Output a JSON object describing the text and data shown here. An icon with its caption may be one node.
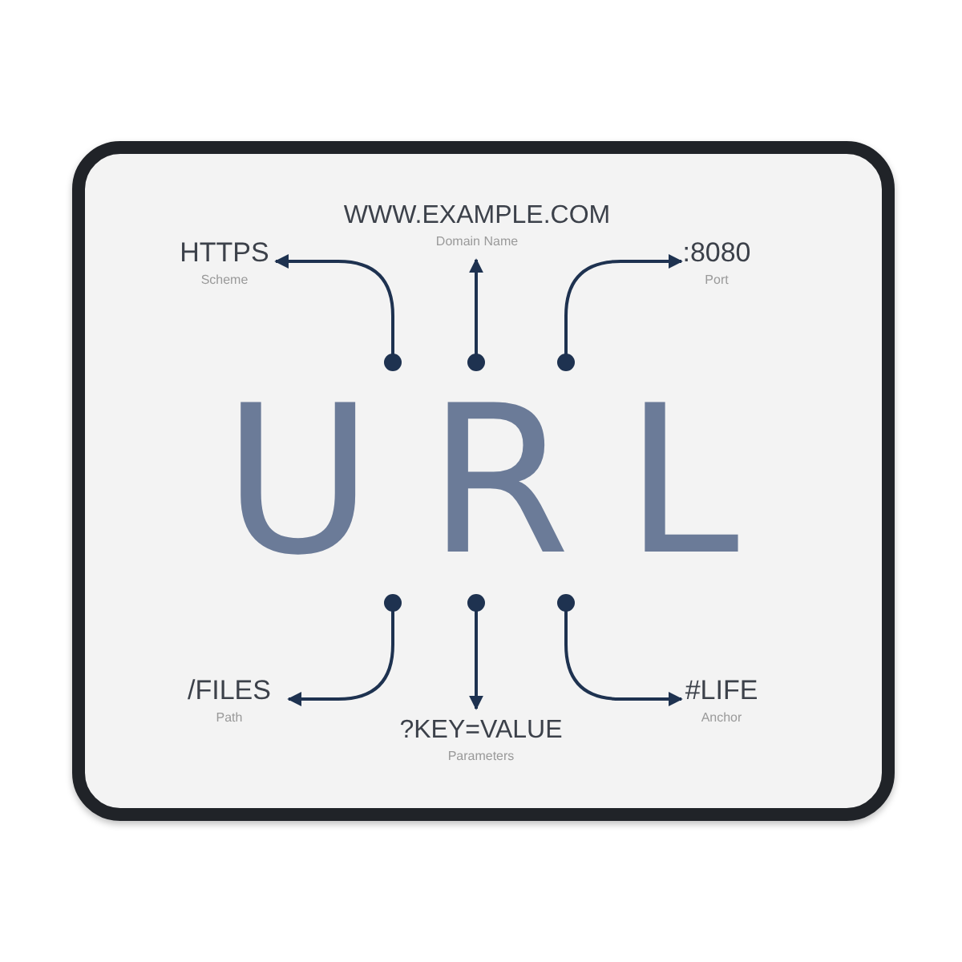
{
  "diagram": {
    "nodes": [
      {
        "text": [
          "URL"
        ]
      },
      {
        "text": [
          "HTTPS",
          "Scheme"
        ]
      },
      {
        "text": [
          "WWW.EXAMPLE.COM",
          "Domain Name"
        ]
      },
      {
        "text": [
          ":8080",
          "Port"
        ]
      },
      {
        "text": [
          "/FILES",
          "Path"
        ]
      },
      {
        "text": [
          "?KEY=VALUE",
          "Parameters"
        ]
      },
      {
        "text": [
          "#LIFE",
          "Anchor"
        ]
      }
    ],
    "edges": [
      {
        "from": 0,
        "to": 1,
        "arrow": "to"
      },
      {
        "from": 0,
        "to": 2,
        "arrow": "to"
      },
      {
        "from": 0,
        "to": 3,
        "arrow": "to"
      },
      {
        "from": 0,
        "to": 4,
        "arrow": "to"
      },
      {
        "from": 0,
        "to": 5,
        "arrow": "to"
      },
      {
        "from": 0,
        "to": 6,
        "arrow": "to"
      }
    ]
  }
}
